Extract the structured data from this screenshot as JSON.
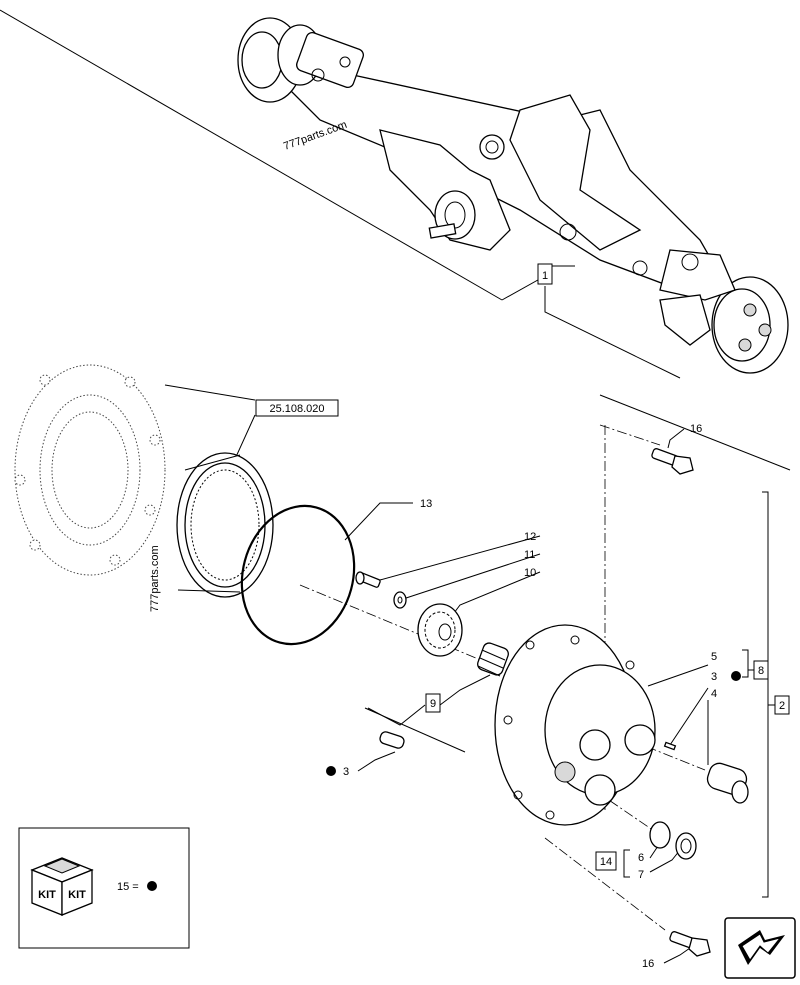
{
  "watermarks": [
    "777parts.com",
    "777parts.com"
  ],
  "refs": {
    "assembly": "1",
    "group_2": "2",
    "group_8": "8",
    "group_9": "9",
    "group_14": "14",
    "cross_ref": "25.108.020"
  },
  "callouts": {
    "p3_left": "3",
    "p3_right": "3",
    "p4": "4",
    "p5": "5",
    "p6": "6",
    "p7": "7",
    "p10": "10",
    "p11": "11",
    "p12": "12",
    "p13": "13",
    "p16_top": "16",
    "p16_bottom": "16"
  },
  "kit_legend": {
    "label": "15 =",
    "box_text_1": "KIT",
    "box_text_2": "KIT"
  },
  "icons": {
    "kit": "kit-box-icon",
    "navigate": "arrow-navigate-icon",
    "bullet": "filled-dot-icon"
  }
}
